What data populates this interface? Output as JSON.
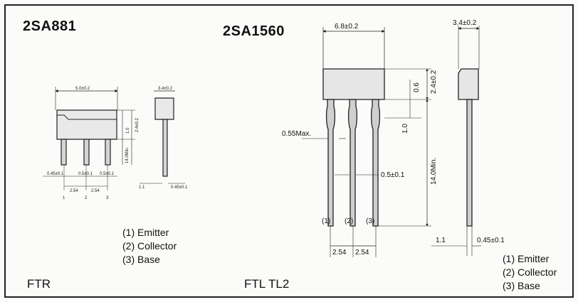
{
  "left_part": {
    "title": "2SA881",
    "package": "FTR",
    "front_body_width": "5.0±0.2",
    "side_width": "3.4±0.2",
    "pin_labels": [
      "1",
      "2",
      "3"
    ],
    "pin_pitch": [
      "2.54",
      "2.54"
    ],
    "lead_offsets": [
      "0.45±0.1",
      "0.5±0.1",
      "0.5±0.1"
    ],
    "side_lead_dims": [
      "1.1",
      "0.45±0.1"
    ],
    "vertical_dims": [
      "2.4±0.2",
      "1.0",
      "14.0Min."
    ]
  },
  "right_part": {
    "title": "2SA1560",
    "package": "FTL TL2",
    "body_width": "6.8±0.2",
    "side_width": "3.4±0.2",
    "body_height": "2.4±0.2",
    "tab_dim": "0.6",
    "shoulder_dim": "1.0",
    "lead_length": "14.0Min.",
    "lead_max": "0.55Max.",
    "lead_width": "0.5±0.1",
    "pin_pitch": [
      "2.54",
      "2.54"
    ],
    "pin_labels": [
      "(1)",
      "(2)",
      "(3)"
    ],
    "side_lead_spacing": "1.1",
    "side_lead_width": "0.45±0.1"
  },
  "legend_left": [
    "(1) Emitter",
    "(2) Collector",
    "(3) Base"
  ],
  "legend_right": [
    "(1) Emitter",
    "(2) Collector",
    "(3) Base"
  ]
}
